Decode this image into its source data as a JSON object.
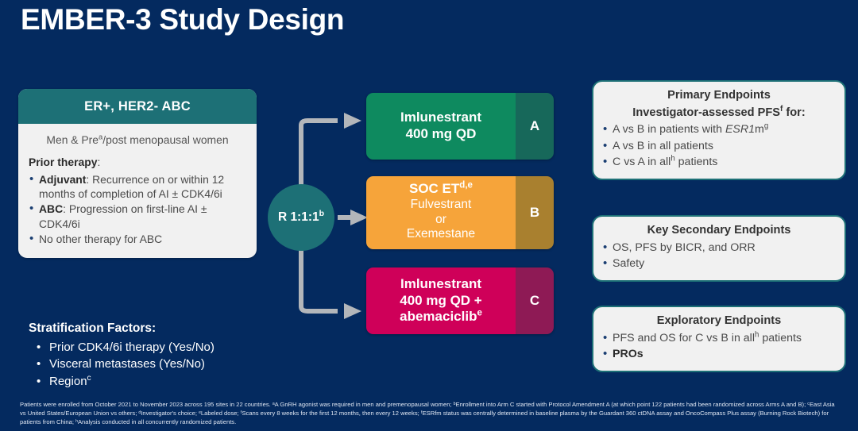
{
  "slide": {
    "title": "EMBER-3 Study Design",
    "background_color": "#042a5f",
    "accent_teal": "#1d7076"
  },
  "eligibility": {
    "header": "ER+, HER2- ABC",
    "intro": "Men & Preᵃ/post menopausal women",
    "subheading_bold": "Prior therapy",
    "subheading_rest": ":",
    "bullets": [
      {
        "bold": "Adjuvant",
        "text": ": Recurrence on or within 12 months of completion of AI ± CDK4/6i"
      },
      {
        "bold": "ABC",
        "text": ": Progression on first-line AI ± CDK4/6i"
      },
      {
        "bold": "",
        "text": "No other therapy for ABC"
      }
    ]
  },
  "stratification": {
    "title": "Stratification Factors:",
    "bullet_glyph": "•",
    "items": [
      "Prior CDK4/6i therapy (Yes/No)",
      "Visceral metastases (Yes/No)",
      "Regionᶜ"
    ]
  },
  "randomization": {
    "label": "R 1:1:1",
    "label_sup": "b",
    "color": "#1d7076"
  },
  "arms": [
    {
      "tag": "A",
      "lines": [
        {
          "text": "Imlunestrant",
          "style": "bold"
        },
        {
          "text": "400 mg QD",
          "style": "bold"
        }
      ],
      "body_color": "#0e8a5f",
      "tag_color": "#17685a"
    },
    {
      "tag": "B",
      "lines": [
        {
          "text": "SOC ET",
          "sup": "d,e",
          "style": "bold"
        },
        {
          "text": "Fulvestrant",
          "style": "light"
        },
        {
          "text": "or",
          "style": "light"
        },
        {
          "text": "Exemestane",
          "style": "light"
        }
      ],
      "body_color": "#f6a43a",
      "tag_color": "#a9802f"
    },
    {
      "tag": "C",
      "lines": [
        {
          "text": "Imlunestrant",
          "style": "bold"
        },
        {
          "text": "400 mg QD +",
          "style": "bold"
        },
        {
          "text": "abemaciclib",
          "sup": "e",
          "style": "bold"
        }
      ],
      "body_color": "#cf0059",
      "tag_color": "#8e1a55"
    }
  ],
  "endpoints": {
    "primary": {
      "title": "Primary Endpoints",
      "subtitle_a": "Investigator-assessed PFS",
      "subtitle_sup": "f",
      "subtitle_b": " for:",
      "bullets_pre": [
        "A vs B in patients with ",
        "A vs B in all patients",
        "C vs A in all"
      ],
      "bullet1_italic": "ESR1",
      "bullet1_tail": "m",
      "bullet1_sup": "g",
      "bullet3_sup": "h",
      "bullet3_tail": " patients"
    },
    "secondary": {
      "title": "Key Secondary Endpoints",
      "bullets": [
        "OS, PFS by BICR, and ORR",
        "Safety"
      ]
    },
    "exploratory": {
      "title": "Exploratory Endpoints",
      "bullet1_pre": "PFS and OS for C vs B in all",
      "bullet1_sup": "h",
      "bullet1_tail": " patients",
      "bullet2_bold": "PROs"
    }
  },
  "footnote": {
    "text": "Patients were enrolled from October 2021 to November 2023 across 195 sites in 22 countries. ᵃA GnRH agonist was required in men and premenopausal women; ᵇEnrollment into Arm C started with Protocol Amendment A (at which point 122 patients had been randomized across Arms A and B); ᶜEast Asia vs United States/European Union vs others; ᵈInvestigator's choice; ᵉLabeled dose; ᶠScans every 8 weeks for the first 12 months, then every 12 weeks; ᶠESRfm status was centrally determined in baseline plasma by the Guardant 360 ctDNA assay and OncoCompass Plus assay (Burning Rock Biotech) for patients from China; ʰAnalysis conducted in all concurrently randomized patients."
  }
}
